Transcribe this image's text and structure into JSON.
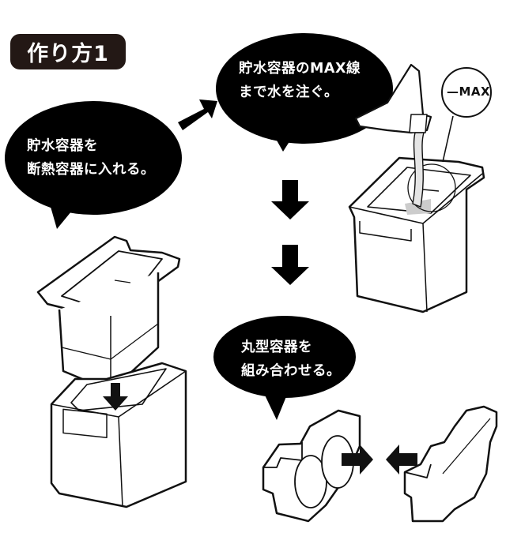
{
  "title": "作り方1",
  "steps": [
    {
      "id": "step-1",
      "lines": [
        "貯水容器を",
        "断熱容器に入れる。"
      ]
    },
    {
      "id": "step-2",
      "lines": [
        "貯水容器のMAX線",
        "まで水を注ぐ。"
      ]
    },
    {
      "id": "step-3",
      "lines": [
        "丸型容器を",
        "組み合わせる。"
      ]
    }
  ],
  "max_callout": "—MAX",
  "icons": [
    "arrow-right-up-icon",
    "arrow-down-icon",
    "arrow-down-icon",
    "arrow-right-icon",
    "arrow-left-icon",
    "arrow-down-icon"
  ],
  "colors": {
    "ink": "#111111",
    "badge": "#231815",
    "background": "#ffffff"
  }
}
